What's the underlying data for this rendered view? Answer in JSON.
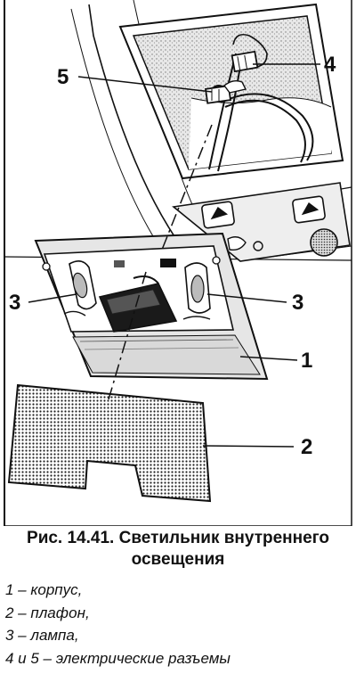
{
  "figure": {
    "callouts": {
      "c1": "1",
      "c2": "2",
      "c3_left": "3",
      "c3_right": "3",
      "c4": "4",
      "c5": "5"
    }
  },
  "caption": {
    "line1": "Рис. 14.41. Светильник внутреннего",
    "line2": "освещения"
  },
  "legend": [
    "1 – корпус,",
    "2 – плафон,",
    "3 – лампа,",
    "4 и 5 – электрические разъемы"
  ]
}
